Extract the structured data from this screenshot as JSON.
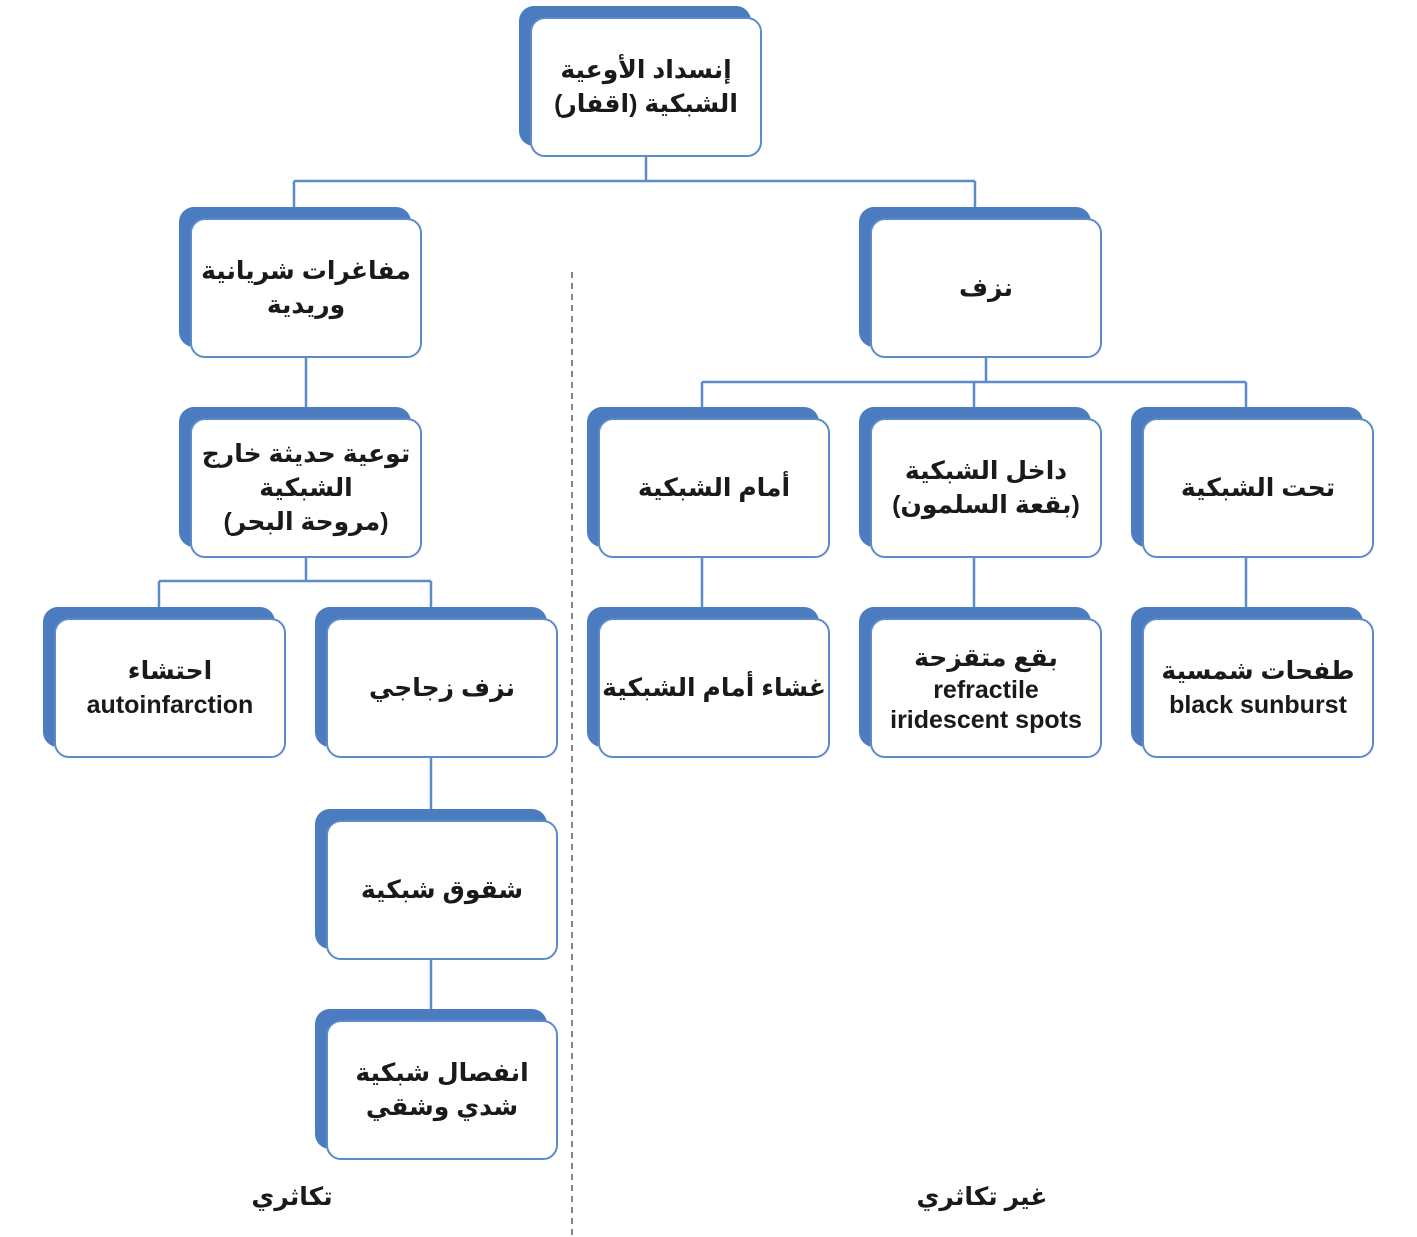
{
  "root": [
    "إنسداد الأوعية",
    "الشبكية (اقفار)"
  ],
  "branch_hemorrhage": {
    "title": [
      "نزف"
    ],
    "children": {
      "subretinal": {
        "title": [
          "تحت الشبكية"
        ],
        "sign": [
          "طفحات شمسية",
          "black sunburst"
        ]
      },
      "intraretinal": {
        "title": [
          "داخل الشبكية",
          "(بقعة السلمون)"
        ],
        "sign": [
          "بقع متقزحة",
          "refractile",
          "iridescent spots"
        ]
      },
      "preretinal": {
        "title": [
          "أمام الشبكية"
        ],
        "sign": [
          "غشاء أمام الشبكية"
        ]
      }
    }
  },
  "branch_shunts": {
    "title": [
      "مفاغرات شريانية",
      "وريدية"
    ],
    "neovascularization": [
      "توعية حديثة خارج",
      "الشبكية",
      "(مروحة البحر)"
    ],
    "autoinfarction": [
      "احتشاء",
      "autoinfarction"
    ],
    "vitreous_hemorrhage": [
      "نزف زجاجي"
    ],
    "retinal_tear": [
      "شقوق شبكية"
    ],
    "retinal_detachment": [
      "انفصال شبكية",
      "شدي وشقي"
    ]
  },
  "footer": {
    "proliferative": "تكاثري",
    "non_proliferative": "غير تكاثري"
  },
  "colors": {
    "box_border": "#5b8bc9",
    "box_shadow": "#4a7cbf",
    "connector": "#5b8bc9",
    "divider": "#777777"
  }
}
